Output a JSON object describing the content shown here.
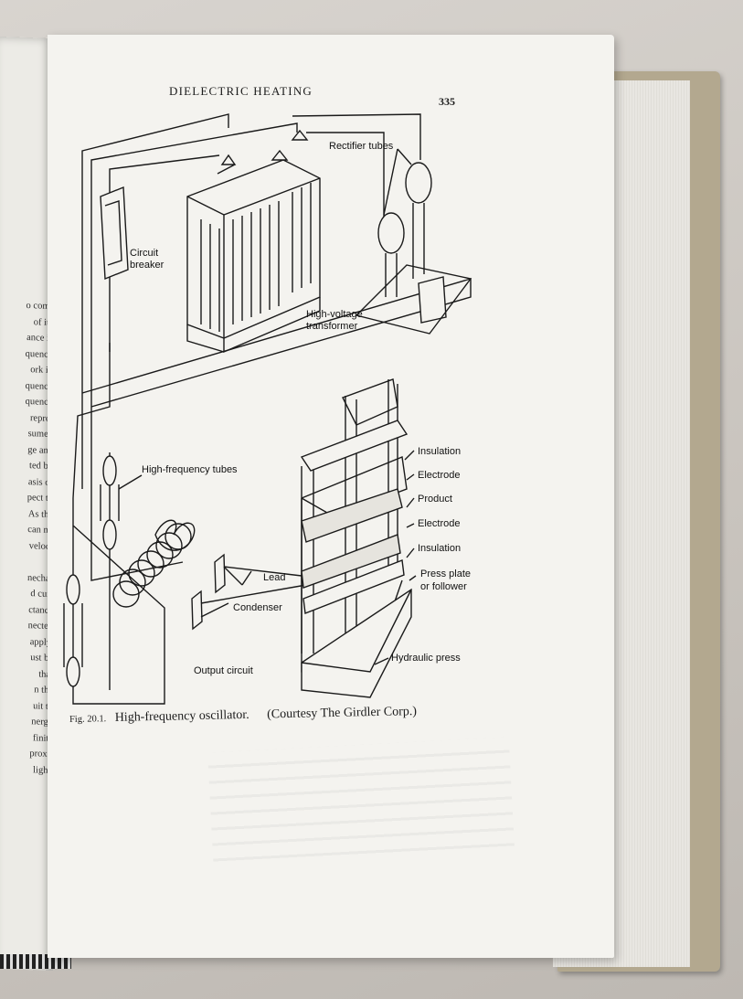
{
  "page": {
    "header": "DIELECTRIC HEATING",
    "page_number": "335"
  },
  "figure": {
    "labels": {
      "rectifier_tubes": "Rectifier tubes",
      "circuit": "Circuit",
      "breaker": "breaker",
      "high_voltage": "High-voltage",
      "transformer": "transformer",
      "high_frequency_tubes": "High-frequency tubes",
      "insulation_top": "Insulation",
      "electrode_top": "Electrode",
      "product": "Product",
      "electrode_bottom": "Electrode",
      "insulation_bottom": "Insulation",
      "press_plate": "Press plate",
      "or_follower": "or follower",
      "lead": "Lead",
      "condenser": "Condenser",
      "hydraulic_press": "Hydraulic press",
      "output_circuit": "Output circuit"
    },
    "caption": {
      "fig_number": "Fig. 20.1.",
      "title": "High-frequency oscillator.",
      "credit": "(Courtesy The Girdler Corp.)"
    }
  },
  "left_page": {
    "lines": [
      "o com-",
      "of its",
      "ance is",
      "quency",
      "ork in",
      "quency",
      "quency",
      "repre-",
      "sumed",
      "ge and",
      "ted by",
      "asis of",
      "pect to",
      "As the",
      "can no",
      "veloc-",
      "",
      "necha-",
      "d cur-",
      "ctance",
      "nected",
      "apply.",
      "ust be",
      "that",
      "n the",
      "uit to",
      "nergy",
      "finite",
      "proxi-",
      "light."
    ]
  }
}
